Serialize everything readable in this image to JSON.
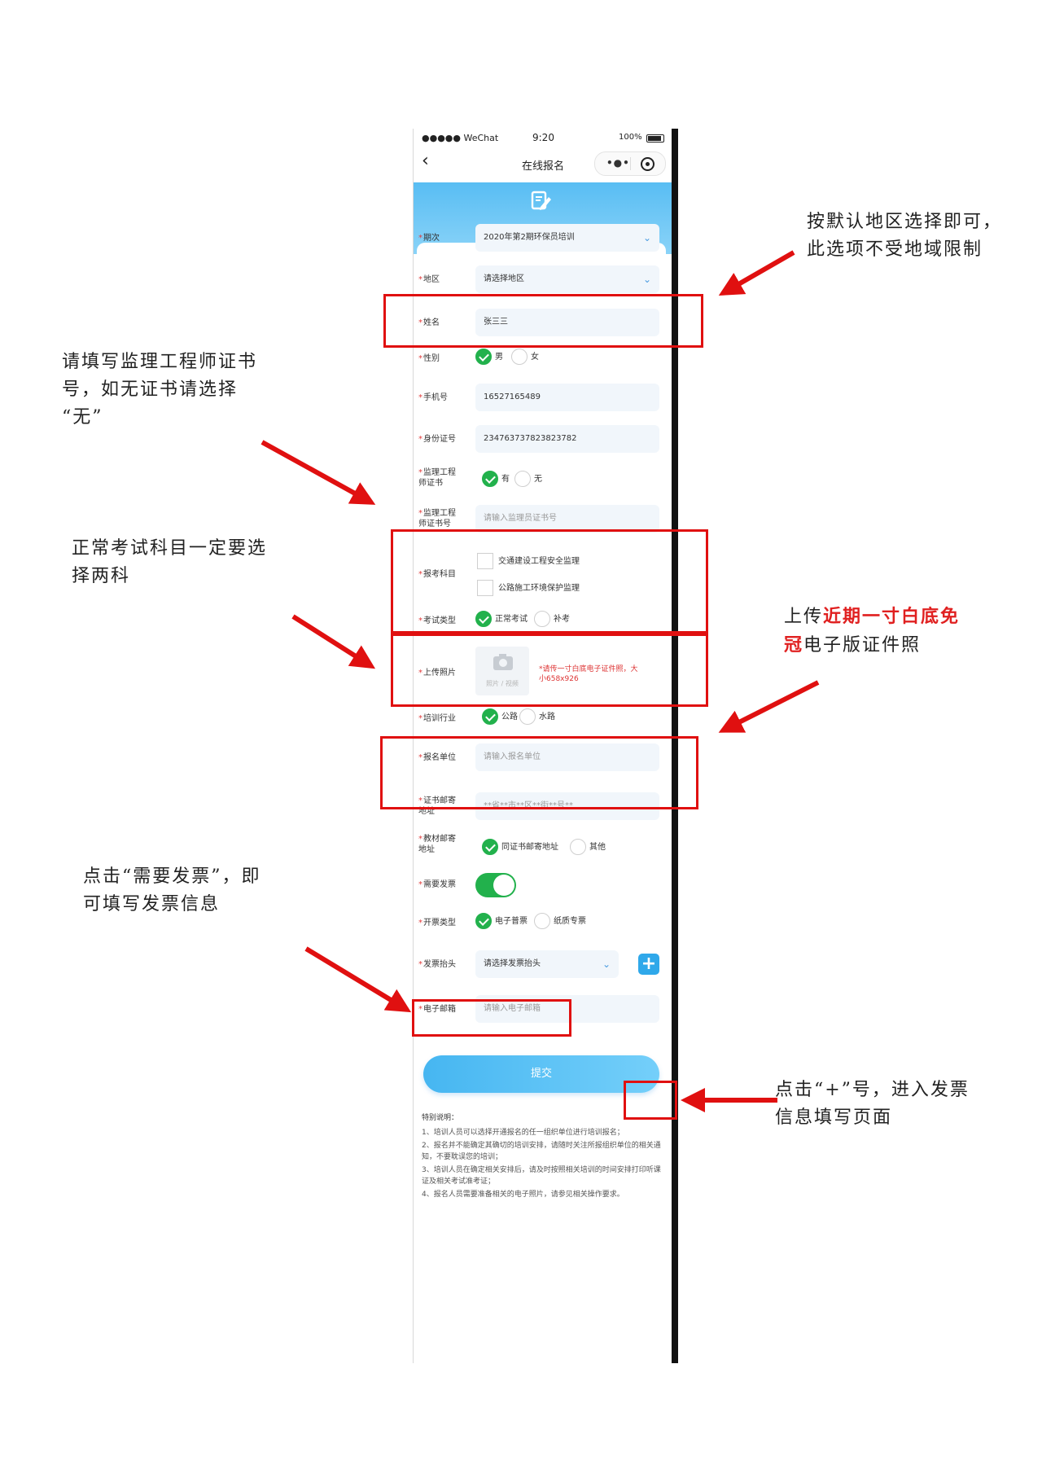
{
  "status": {
    "signal": "●●●●● WeChat",
    "time": "9:20",
    "battery": "100%"
  },
  "nav": {
    "back": "‹",
    "title": "在线报名",
    "more": "•●•"
  },
  "banner": {
    "title": "— 安全环保业务在线报名 —",
    "icon": "edit-document-icon"
  },
  "form": {
    "period": {
      "label": "期次",
      "value": "2020年第2期环保员培训"
    },
    "region": {
      "label": "地区",
      "value": "请选择地区"
    },
    "name": {
      "label": "姓名",
      "value": "张三三"
    },
    "gender": {
      "label": "性别",
      "options": [
        "男",
        "女"
      ],
      "selected": "男"
    },
    "phone": {
      "label": "手机号",
      "value": "16527165489"
    },
    "idcard": {
      "label": "身份证号",
      "value": "234763737823823782"
    },
    "supervisor_cert": {
      "label": "监理工程师证书",
      "options": [
        "有",
        "无"
      ],
      "selected": "有"
    },
    "supervisor_cert_no": {
      "label": "监理工程师证书号",
      "placeholder": "请输入监理员证书号"
    },
    "subjects": {
      "label": "报考科目",
      "options": [
        "交通建设工程安全监理",
        "公路施工环境保护监理"
      ]
    },
    "exam_type": {
      "label": "考试类型",
      "options": [
        "正常考试",
        "补考"
      ],
      "selected": "正常考试"
    },
    "photo": {
      "label": "上传照片",
      "upload_text": "照片 / 视频",
      "hint": "*请传一寸白底电子证件照，大小658x926"
    },
    "industry": {
      "label": "培训行业",
      "options": [
        "公路",
        "水路"
      ],
      "selected": "公路"
    },
    "unit": {
      "label": "报名单位",
      "placeholder": "请输入报名单位"
    },
    "cert_address": {
      "label": "证书邮寄地址",
      "placeholder": "**省**市**区**街**号**"
    },
    "material_address": {
      "label": "教材邮寄地址",
      "options": [
        "同证书邮寄地址",
        "其他"
      ],
      "selected": "同证书邮寄地址"
    },
    "need_invoice": {
      "label": "需要发票",
      "on": true
    },
    "invoice_type": {
      "label": "开票类型",
      "options": [
        "电子普票",
        "纸质专票"
      ],
      "selected": "电子普票"
    },
    "invoice_title": {
      "label": "发票抬头",
      "value": "请选择发票抬头",
      "add": "+"
    },
    "email": {
      "label": "电子邮箱",
      "placeholder": "请输入电子邮箱"
    },
    "submit": "提交"
  },
  "notes": {
    "title": "特别说明：",
    "items": [
      "1、培训人员可以选择开通报名的任一组织单位进行培训报名；",
      "2、报名并不能确定其确切的培训安排，请随时关注所报组织单位的相关通知，不要耽误您的培训；",
      "3、培训人员在确定相关安排后，请及时按照相关培训的时间安排打印听课证及相关考试准考证；",
      "4、报名人员需要准备相关的电子照片，请参见相关操作要求。"
    ]
  },
  "annotations": {
    "region_note": [
      "按默认地区选择即可，",
      "此选项不受地域限制"
    ],
    "cert_note": [
      "请填写监理工程师证书",
      "号，如无证书请选择",
      "“无”"
    ],
    "subject_note": [
      "正常考试科目一定要选",
      "择两科"
    ],
    "photo_note": {
      "pre": "上传",
      "red1": "近期一寸白底免",
      "red2": "冠",
      "post": "电子版证件照"
    },
    "invoice_note": [
      "点击“需要发票”，即",
      "可填写发票信息"
    ],
    "plus_note": [
      "点击“+”号，进入发票",
      "信息填写页面"
    ]
  },
  "colors": {
    "accent": "#22b14c",
    "primary": "#46b6f1",
    "highlight": "#e01010"
  }
}
